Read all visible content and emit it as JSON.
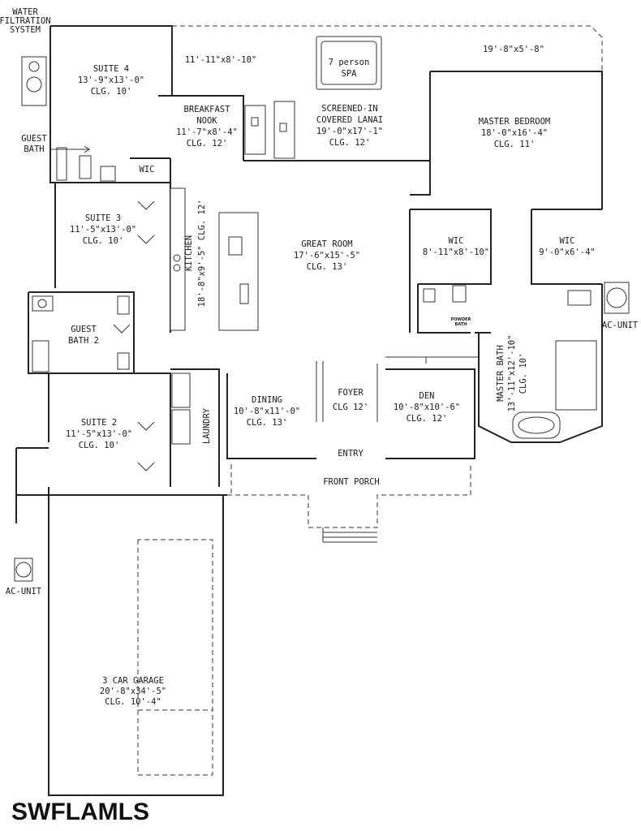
{
  "plan": {
    "labels": [
      {
        "id": "water-filtration",
        "lines": [
          "WATER",
          "FILTRATION",
          "SYSTEM"
        ]
      },
      {
        "id": "suite-4",
        "lines": [
          "SUITE 4",
          "13'-9\"x13'-0\"",
          "CLG. 10'"
        ]
      },
      {
        "id": "lanai-left-dim",
        "lines": [
          "11'-11\"x8'-10\""
        ]
      },
      {
        "id": "spa",
        "lines": [
          "7 person",
          "SPA"
        ]
      },
      {
        "id": "lanai-right-dim",
        "lines": [
          "19'-8\"x5'-8\""
        ]
      },
      {
        "id": "breakfast-nook",
        "lines": [
          "BREAKFAST",
          "NOOK",
          "11'-7\"x8'-4\"",
          "CLG. 12'"
        ]
      },
      {
        "id": "screened-lanai",
        "lines": [
          "SCREENED-IN",
          "COVERED LANAI",
          "19'-0\"x17'-1\"",
          "CLG. 12'"
        ]
      },
      {
        "id": "master-bedroom",
        "lines": [
          "MASTER BEDROOM",
          "18'-0\"x16'-4\"",
          "CLG. 11'"
        ]
      },
      {
        "id": "guest-bath",
        "lines": [
          "GUEST",
          "BATH"
        ]
      },
      {
        "id": "wic-suite4",
        "lines": [
          "WIC"
        ]
      },
      {
        "id": "suite-3",
        "lines": [
          "SUITE 3",
          "11'-5\"x13'-0\"",
          "CLG. 10'"
        ]
      },
      {
        "id": "kitchen",
        "lines": [
          "KITCHEN",
          "18'-8\"x9'-5\" CLG. 12'"
        ]
      },
      {
        "id": "great-room",
        "lines": [
          "GREAT ROOM",
          "17'-6\"x15'-5\"",
          "CLG. 13'"
        ]
      },
      {
        "id": "wic-master-1",
        "lines": [
          "WIC",
          "8'-11\"x8'-10\""
        ]
      },
      {
        "id": "wic-master-2",
        "lines": [
          "WIC",
          "9'-0\"x6'-4\""
        ]
      },
      {
        "id": "powder-bath",
        "lines": [
          "POWDER",
          "BATH"
        ]
      },
      {
        "id": "ac-unit-right",
        "lines": [
          "AC-UNIT"
        ]
      },
      {
        "id": "guest-bath-2",
        "lines": [
          "GUEST",
          "BATH 2"
        ]
      },
      {
        "id": "master-bath",
        "lines": [
          "MASTER BATH",
          "13'-11\"x12'-10\"",
          "CLG. 10'"
        ]
      },
      {
        "id": "laundry",
        "lines": [
          "LAUNDRY"
        ]
      },
      {
        "id": "dining",
        "lines": [
          "DINING",
          "10'-8\"x11'-0\"",
          "CLG. 13'"
        ]
      },
      {
        "id": "foyer",
        "lines": [
          "FOYER",
          "CLG 12'"
        ]
      },
      {
        "id": "den",
        "lines": [
          "DEN",
          "10'-8\"x10'-6\"",
          "CLG. 12'"
        ]
      },
      {
        "id": "suite-2",
        "lines": [
          "SUITE 2",
          "11'-5\"x13'-0\"",
          "CLG. 10'"
        ]
      },
      {
        "id": "entry",
        "lines": [
          "ENTRY"
        ]
      },
      {
        "id": "front-porch",
        "lines": [
          "FRONT PORCH"
        ]
      },
      {
        "id": "ac-unit-left",
        "lines": [
          "AC-UNIT"
        ]
      },
      {
        "id": "garage",
        "lines": [
          "3 CAR GARAGE",
          "20'-8\"x34'-5\"",
          "CLG. 10'-4\""
        ]
      }
    ]
  },
  "watermark": "SWFLAMLS"
}
